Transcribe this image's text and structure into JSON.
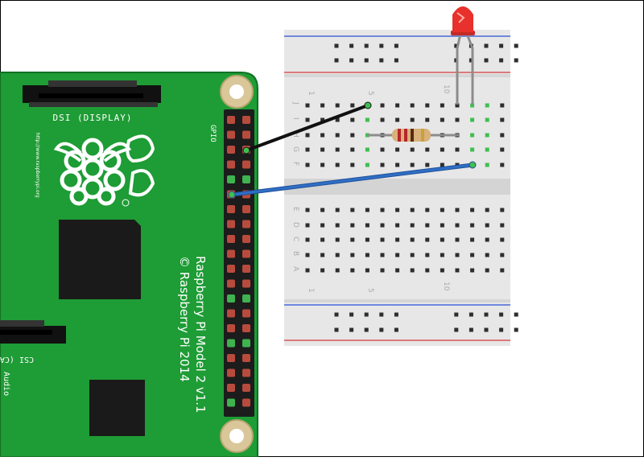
{
  "board": {
    "dsi_label": "DSI (DISPLAY)",
    "url_text": "http://www.raspberrypi.org",
    "model_text": "Raspberry Pi Model 2 v1.1",
    "copyright_text": "© Raspberry Pi 2014",
    "gpio_label": "GPIO",
    "csi_label": "CSI (CAMERA)",
    "audio_label": "Audio",
    "colors": {
      "pcb": "#1e9c35",
      "pin_red": "#b94b3e",
      "pin_green": "#3fb34f",
      "chip": "#1a1a1a"
    }
  },
  "breadboard": {
    "top_row_letters": [
      "J",
      "I",
      "H",
      "G",
      "F"
    ],
    "bottom_row_letters": [
      "E",
      "D",
      "C",
      "B",
      "A"
    ],
    "col_numbers_top": [
      "1",
      "5",
      "10"
    ],
    "col_numbers_bottom": [
      "1",
      "5",
      "10"
    ],
    "colors": {
      "body": "#e7e7e7",
      "rail_blue": "#2a4fd6",
      "rail_red": "#d63a3a",
      "hole": "#2e2e2e",
      "active": "#3fbf4f"
    }
  },
  "wires": {
    "ground_color": "#111111",
    "signal_color": "#2f6fc4"
  },
  "led": {
    "color": "#e8302c"
  },
  "resistor": {
    "body_color": "#d8b27a"
  }
}
